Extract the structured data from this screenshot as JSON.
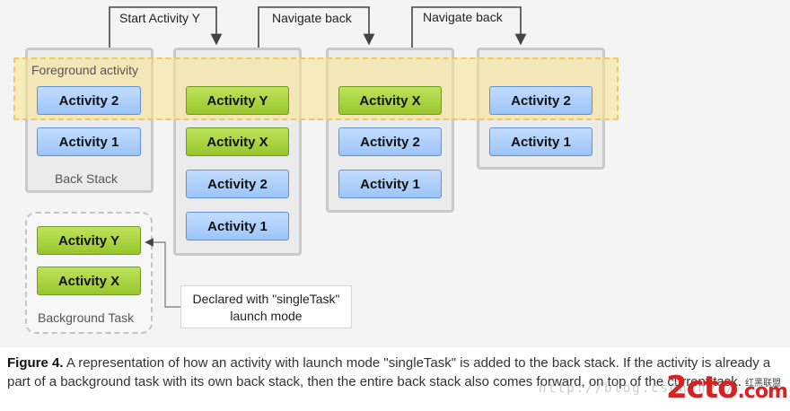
{
  "steps": [
    {
      "label": "Start Activity Y"
    },
    {
      "label": "Navigate back"
    },
    {
      "label": "Navigate back"
    }
  ],
  "foreground_label": "Foreground activity",
  "stack1": {
    "items": [
      "Activity 2",
      "Activity 1"
    ],
    "label": "Back Stack"
  },
  "stack2": {
    "items": [
      "Activity Y",
      "Activity X",
      "Activity 2",
      "Activity 1"
    ]
  },
  "stack3": {
    "items": [
      "Activity X",
      "Activity 2",
      "Activity 1"
    ]
  },
  "stack4": {
    "items": [
      "Activity 2",
      "Activity 1"
    ]
  },
  "background_task": {
    "items": [
      "Activity Y",
      "Activity X"
    ],
    "label": "Background Task"
  },
  "note": {
    "line1": "Declared with \"singleTask\"",
    "line2": "launch mode"
  },
  "caption": {
    "figure_label": "Figure 4.",
    "text": " A representation of how an activity with launch mode \"singleTask\" is added to the back stack. If the activity is already a part of a background task with its own back stack, then the entire back stack also comes forward, on top of the current task."
  },
  "watermark": {
    "url": "http://blog.csdn.net/",
    "logo": "2cto",
    "logo_suffix": ".com",
    "logo_sub": "红黑联盟"
  },
  "colors": {
    "activity_blue": "#9cc4f9",
    "activity_green": "#98c62e",
    "foreground_band": "#fae28c"
  }
}
